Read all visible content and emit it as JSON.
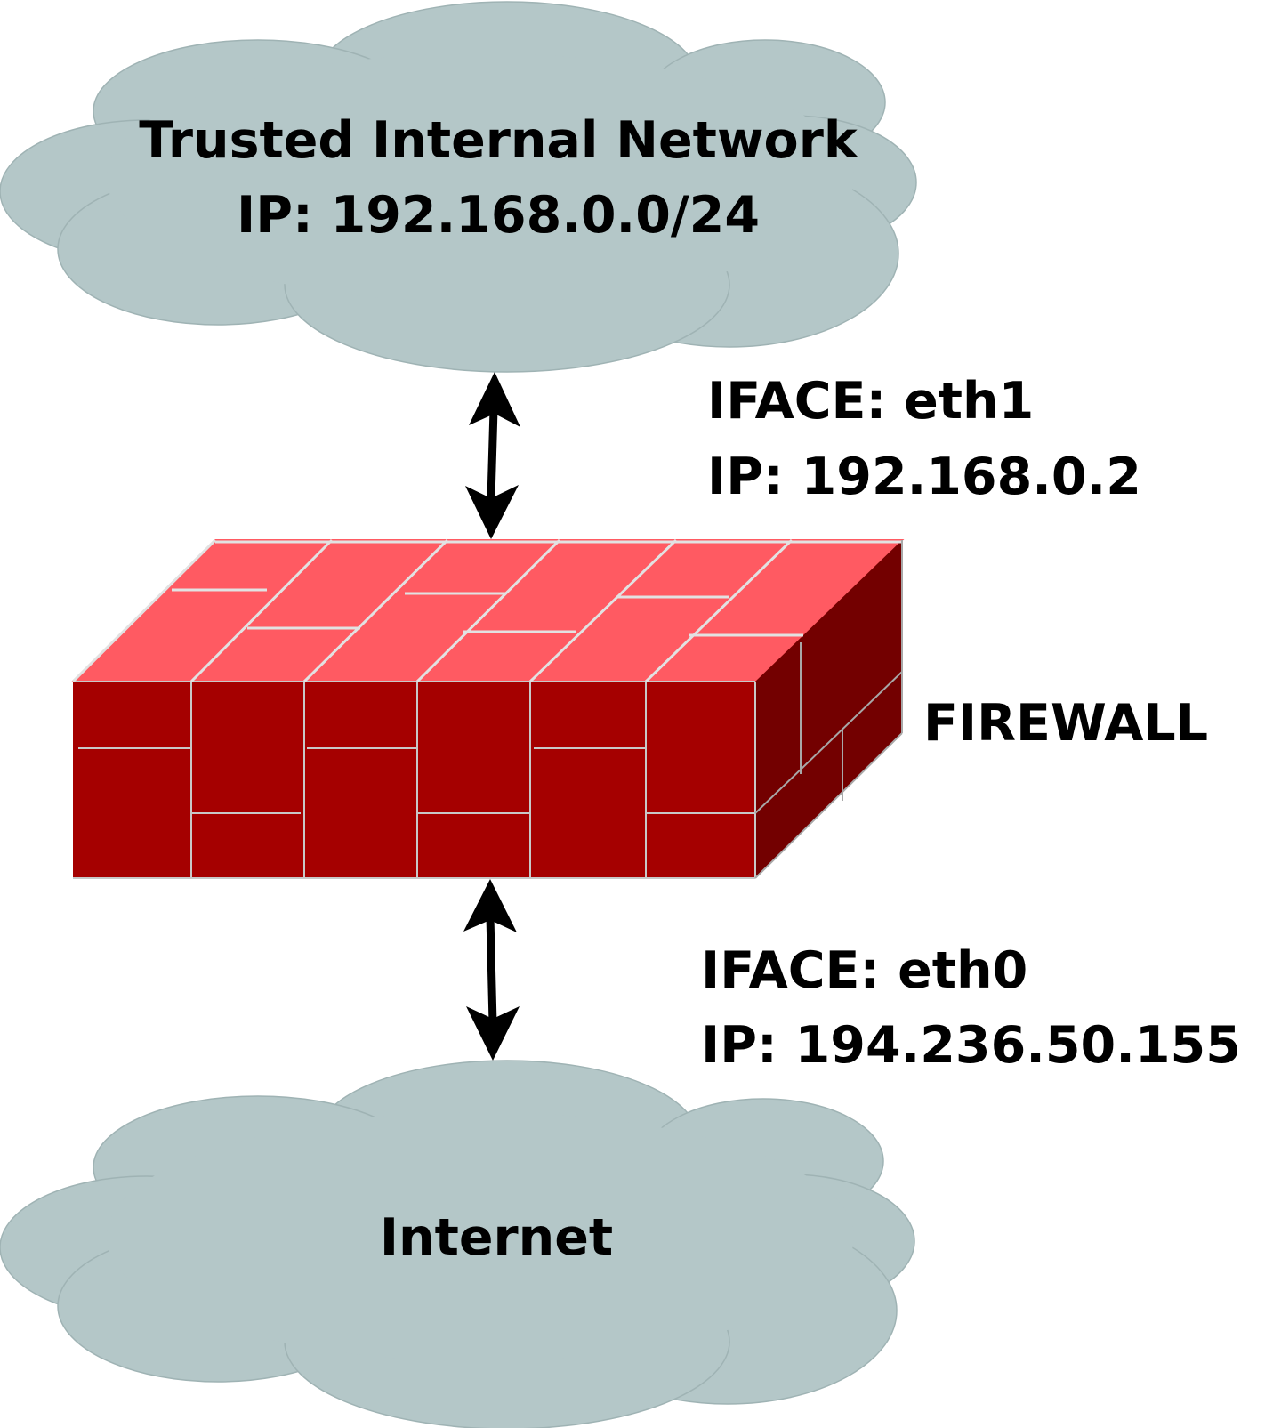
{
  "diagram": {
    "trusted_network": {
      "title": "Trusted Internal Network",
      "ip": "IP: 192.168.0.0/24"
    },
    "interface_internal": {
      "iface": "IFACE: eth1",
      "ip": "IP: 192.168.0.2"
    },
    "firewall": {
      "label": "FIREWALL"
    },
    "interface_external": {
      "iface": "IFACE: eth0",
      "ip": "IP: 194.236.50.155"
    },
    "internet": {
      "title": "Internet"
    },
    "colors": {
      "cloud": "#b4c7c8",
      "brick_front": "#a50000",
      "brick_top": "#ff5a62",
      "brick_side": "#730000",
      "mortar": "#d8d8d8",
      "arrow": "#000000"
    }
  }
}
